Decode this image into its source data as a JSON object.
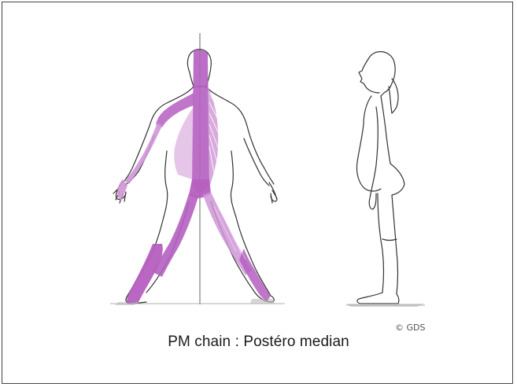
{
  "slide": {
    "caption": "PM chain : Postéro median",
    "credit": "© GDS"
  },
  "colors": {
    "muscle_chain": "#b55fc0",
    "muscle_chain_light": "#cf95d6",
    "line_art": "#333333",
    "frame": "#444444"
  },
  "figures": {
    "left": "back view with posterior-median muscle chain highlighted",
    "right": "side view standing figure"
  }
}
